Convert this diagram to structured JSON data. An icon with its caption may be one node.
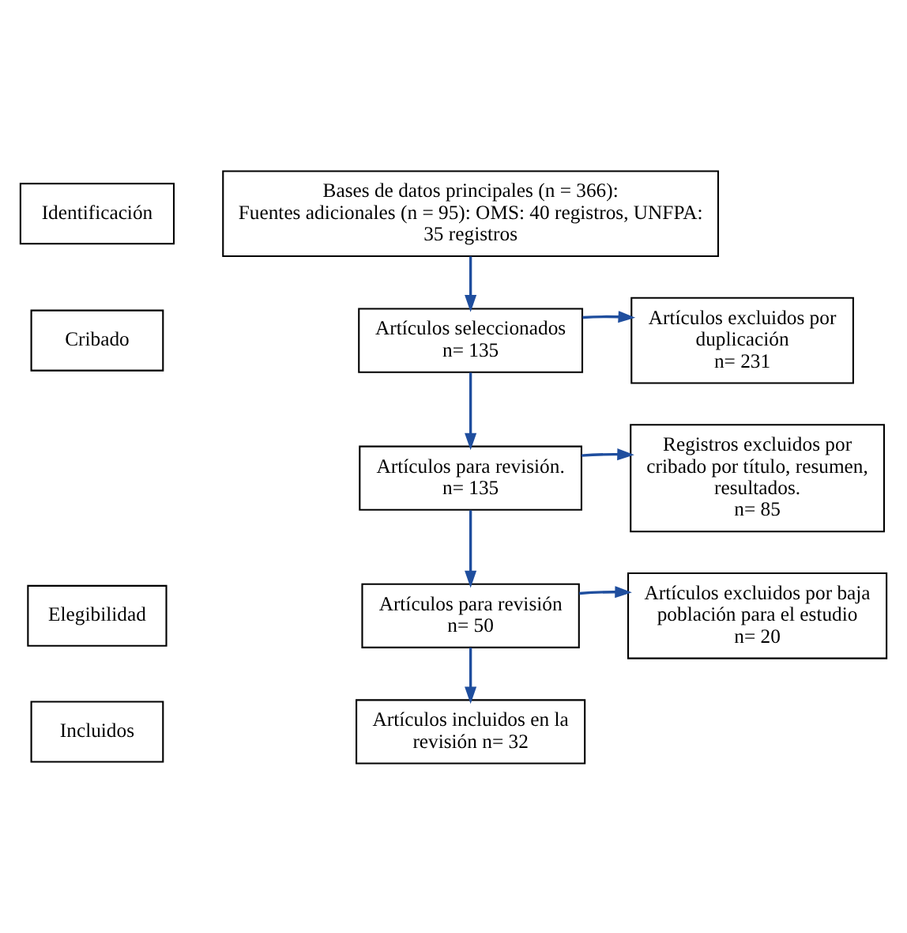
{
  "diagram": {
    "nodes": [
      {
        "text": [
          "Identificación"
        ]
      },
      {
        "text": [
          "Bases de datos principales (n = 366):",
          "Fuentes adicionales (n = 95): OMS: 40 registros, UNFPA: 35 registros"
        ]
      },
      {
        "text": [
          "Cribado"
        ]
      },
      {
        "text": [
          "Artículos seleccionados",
          "n= 135"
        ]
      },
      {
        "text": [
          "Artículos excluidos por duplicación",
          "n= 231"
        ]
      },
      {
        "text": [
          "Artículos para revisión.",
          "n= 135"
        ]
      },
      {
        "text": [
          "Registros excluidos por cribado por título, resumen, resultados.",
          "n= 85"
        ]
      },
      {
        "text": [
          "Elegibilidad"
        ]
      },
      {
        "text": [
          "Artículos para revisión",
          "n= 50"
        ]
      },
      {
        "text": [
          "Artículos excluidos por baja población para el estudio",
          "n= 20"
        ]
      },
      {
        "text": [
          "Incluidos"
        ]
      },
      {
        "text": [
          "Artículos incluidos en la revisión n= 32"
        ]
      }
    ],
    "edges": [
      {
        "from": 1,
        "to": 3,
        "arrow": "to"
      },
      {
        "from": 3,
        "to": 4,
        "arrow": "to"
      },
      {
        "from": 3,
        "to": 5,
        "arrow": "to"
      },
      {
        "from": 5,
        "to": 6,
        "arrow": "to"
      },
      {
        "from": 5,
        "to": 8,
        "arrow": "to"
      },
      {
        "from": 8,
        "to": 9,
        "arrow": "to"
      },
      {
        "from": 8,
        "to": 11,
        "arrow": "to"
      }
    ]
  }
}
